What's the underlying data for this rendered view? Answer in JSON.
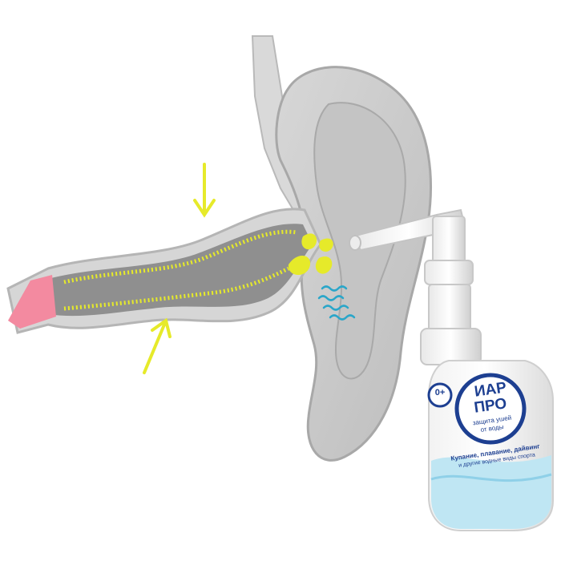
{
  "product": {
    "age_badge": "0+",
    "brand_line1": "ИАР",
    "brand_line2": "ПРО",
    "tagline_line1": "защита ушей",
    "tagline_line2": "от воды",
    "use_line1": "Купание, плавание, дайвинг",
    "use_line2": "и другие водные виды спорта"
  },
  "colors": {
    "ear": "#cfcfcf",
    "ear_dark": "#a9a9a9",
    "canal": "#8c8c8c",
    "membrane": "#f38aa0",
    "highlight": "#e6ea2a",
    "water": "#2aa6c9",
    "brand_blue": "#1d3f91",
    "wave_light": "#bfe6f3"
  },
  "icons": {
    "arrow_down": "arrow-down-icon",
    "arrow_up": "arrow-up-icon",
    "droplets": "droplet-icon",
    "water_waves": "water-wave-icon"
  }
}
